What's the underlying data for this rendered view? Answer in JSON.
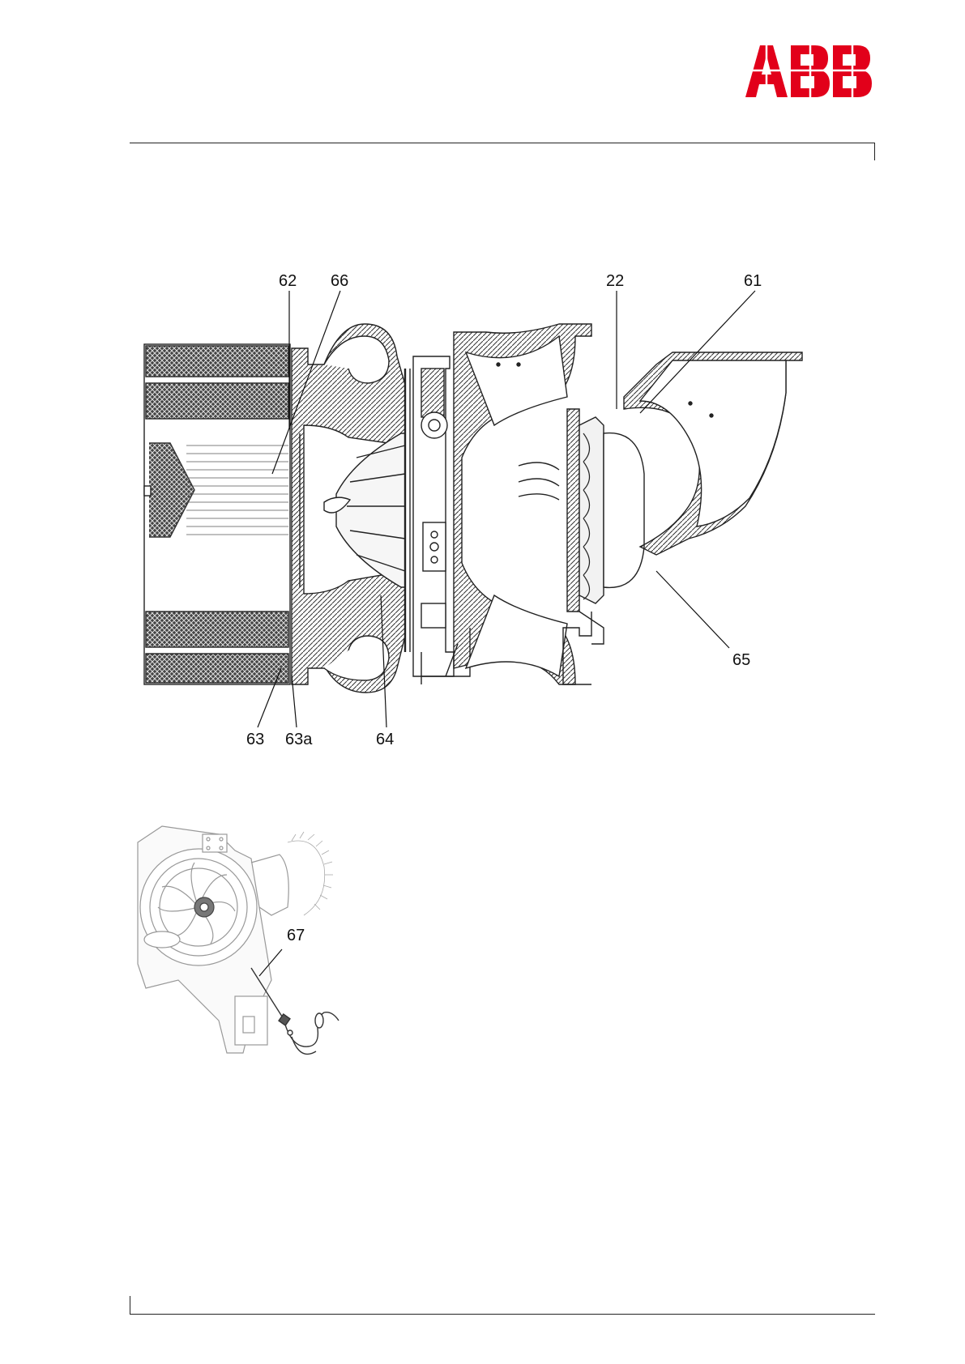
{
  "brand": {
    "logo_text": "ABB",
    "logo_color": "#e2001a"
  },
  "section_view": {
    "callouts": [
      {
        "id": "c62",
        "label": "62"
      },
      {
        "id": "c66",
        "label": "66"
      },
      {
        "id": "c22",
        "label": "22"
      },
      {
        "id": "c61",
        "label": "61"
      },
      {
        "id": "c65",
        "label": "65"
      },
      {
        "id": "c63",
        "label": "63"
      },
      {
        "id": "c63a",
        "label": "63a"
      },
      {
        "id": "c64",
        "label": "64"
      }
    ]
  },
  "iso_view": {
    "callouts": [
      {
        "id": "c67",
        "label": "67"
      }
    ]
  }
}
